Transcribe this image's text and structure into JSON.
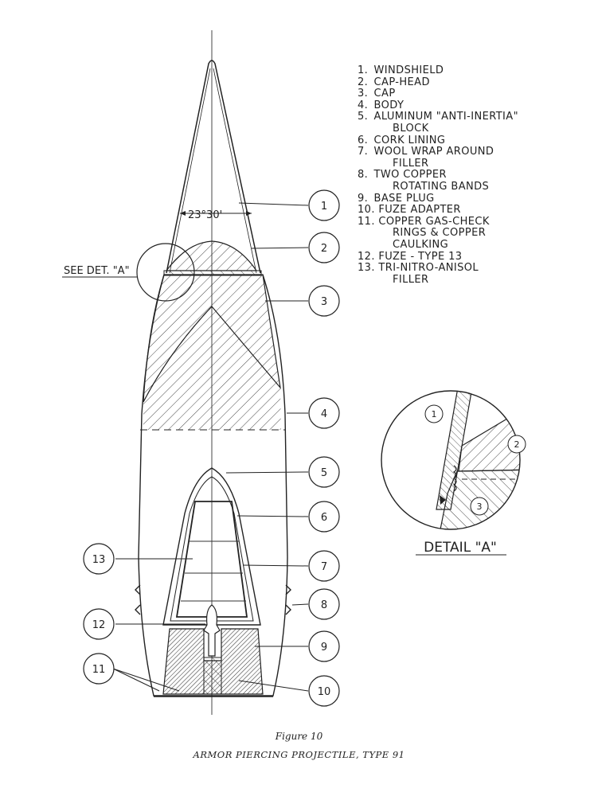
{
  "legend": [
    {
      "num": "1.",
      "lines": [
        "WINDSHIELD"
      ]
    },
    {
      "num": "2.",
      "lines": [
        "CAP-HEAD"
      ]
    },
    {
      "num": "3.",
      "lines": [
        "CAP"
      ]
    },
    {
      "num": "4.",
      "lines": [
        "BODY"
      ]
    },
    {
      "num": "5.",
      "lines": [
        "ALUMINUM \"ANTI-INERTIA\"",
        "BLOCK"
      ]
    },
    {
      "num": "6.",
      "lines": [
        "CORK LINING"
      ]
    },
    {
      "num": "7.",
      "lines": [
        "WOOL WRAP AROUND",
        "FILLER"
      ]
    },
    {
      "num": "8.",
      "lines": [
        "TWO COPPER",
        "ROTATING BANDS"
      ]
    },
    {
      "num": "9.",
      "lines": [
        "BASE PLUG"
      ]
    },
    {
      "num": "10.",
      "lines": [
        "FUZE ADAPTER"
      ]
    },
    {
      "num": "11.",
      "lines": [
        "COPPER GAS-CHECK",
        "RINGS & COPPER",
        "CAULKING"
      ]
    },
    {
      "num": "12.",
      "lines": [
        "FUZE - TYPE 13"
      ]
    },
    {
      "num": "13.",
      "lines": [
        "TRI-NITRO-ANISOL",
        "FILLER"
      ]
    }
  ],
  "callouts": [
    "1",
    "2",
    "3",
    "4",
    "5",
    "6",
    "7",
    "8",
    "9",
    "10",
    "11",
    "12",
    "13"
  ],
  "detail_callouts": [
    "1",
    "2",
    "3"
  ],
  "angle_label": "23°30'",
  "see_detail_label": "SEE DET. \"A\"",
  "detail_title": "DETAIL \"A\"",
  "caption": {
    "figure": "Figure 10",
    "title": "ARMOR PIERCING PROJECTILE, TYPE 91"
  }
}
